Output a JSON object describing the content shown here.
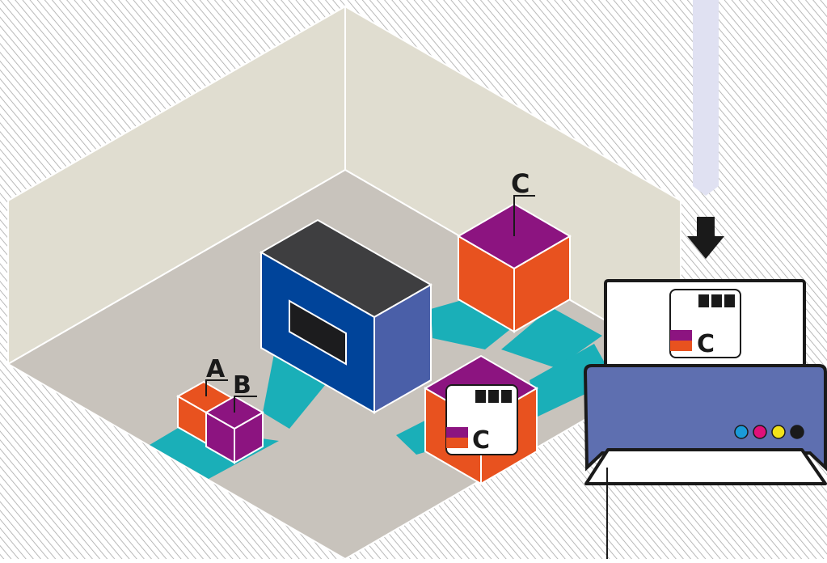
{
  "labels": {
    "box_small_orange": "A",
    "box_small_purple": "B",
    "box_large_top": "C",
    "box_label_front": "C",
    "printer_label": "C"
  },
  "colors": {
    "wall": "#e0ddd0",
    "floor": "#c8c3bc",
    "conveyor": "#1aafb8",
    "orange": "#e8521f",
    "purple": "#8c1480",
    "machine_top": "#3e3e40",
    "machine_front": "#00449a",
    "machine_side": "#4a5fa8",
    "printer_body": "#5e6fb0",
    "stripe": "#9a9a9a"
  },
  "icons": [
    "down-arrow-icon",
    "barcode-icon",
    "ink-dot-icon"
  ],
  "ink_colors": [
    "#1a9ad8",
    "#e0107a",
    "#f2e21a",
    "#1a1a1a"
  ]
}
